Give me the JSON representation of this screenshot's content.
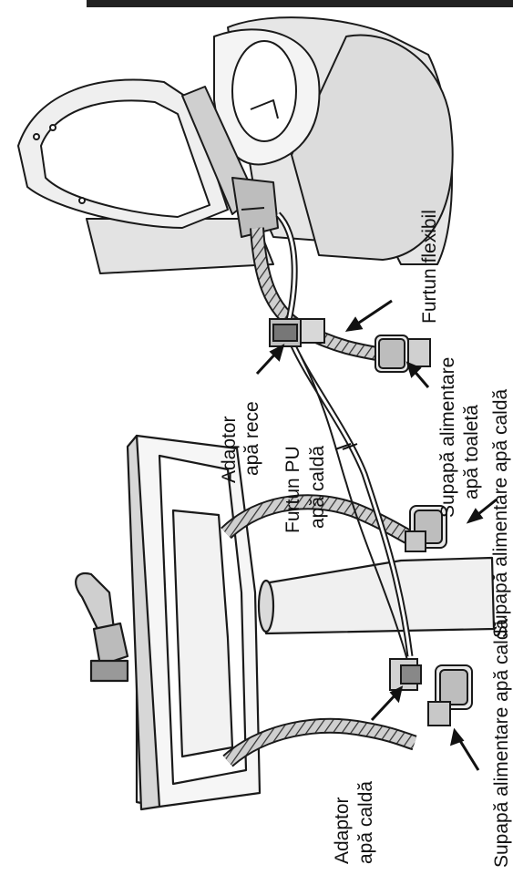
{
  "labels": {
    "adaptor_cold": {
      "line1": "Adaptor",
      "line2": "apă rece"
    },
    "pu_hose": {
      "line1": "Furtun PU",
      "line2": "apă caldă"
    },
    "flexible_hose": "Furtun flexibil",
    "toilet_valve": {
      "line1": "Supapă alimentare",
      "line2": "apă toaletă"
    },
    "hot_valve": "Supapă alimentare apă caldă",
    "adaptor_hot": {
      "line1": "Adaptor",
      "line2": "apă caldă"
    },
    "hot_valve_bottom": "Supapă alimentare apă caldă"
  },
  "colors": {
    "ink": "#1a1a1a",
    "light": "#e9e9e9",
    "mid": "#bdbdbd",
    "dark": "#555555"
  }
}
